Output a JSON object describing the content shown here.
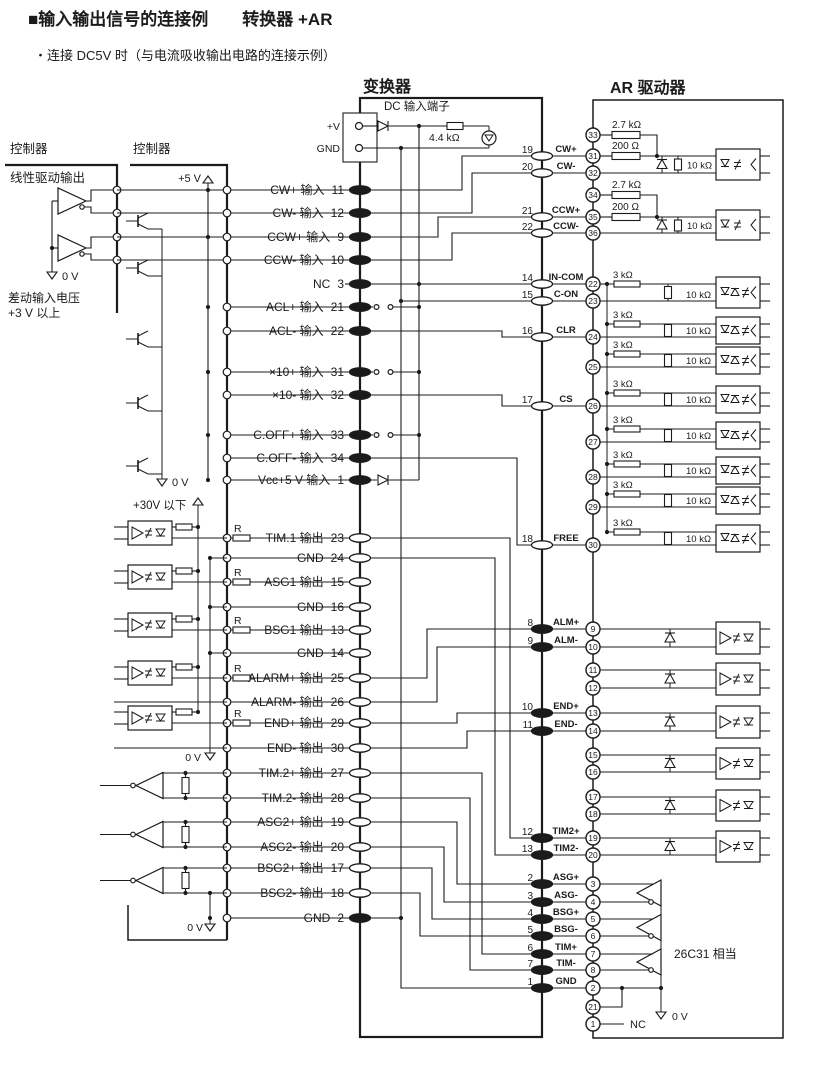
{
  "title": "■输入输出信号的连接例　　转换器 +AR",
  "subtitle": "・连接 DC5V 时（与电流吸收输出电路的连接示例）",
  "colors": {
    "ink": "#1b1b1b",
    "bg": "#ffffff"
  },
  "controller_line": {
    "title": "控制器",
    "subtitle": "线性驱动输出",
    "gnd": "0 V",
    "note1": "差动输入电压",
    "note2": "+3 V 以上"
  },
  "controller_oc": {
    "title": "控制器",
    "vcc": "+5 V",
    "gnd": "0 V"
  },
  "user_output": {
    "supply": "+30V 以下",
    "pullup": "R",
    "gnd_mid": "0 V",
    "gnd_bottom": "0 V"
  },
  "converter": {
    "label": "变换器",
    "dc_terminal": {
      "label": "DC 输入端子",
      "plus": "+V",
      "minus": "GND",
      "resistor": "4.4 kΩ"
    },
    "inputs": [
      {
        "label": "CW+ 输入",
        "pin": "11"
      },
      {
        "label": "CW- 输入",
        "pin": "12"
      },
      {
        "label": "CCW+ 输入",
        "pin": "9"
      },
      {
        "label": "CCW- 输入",
        "pin": "10"
      },
      {
        "label": "NC",
        "pin": "3"
      },
      {
        "label": "ACL+ 输入",
        "pin": "21"
      },
      {
        "label": "ACL- 输入",
        "pin": "22"
      },
      {
        "label": "×10+ 输入",
        "pin": "31"
      },
      {
        "label": "×10- 输入",
        "pin": "32"
      },
      {
        "label": "C.OFF+ 输入",
        "pin": "33"
      },
      {
        "label": "C.OFF- 输入",
        "pin": "34"
      },
      {
        "label": "Vcc+5 V 输入",
        "pin": "1"
      }
    ],
    "outputs": [
      {
        "label": "TIM.1 输出",
        "pin": "23",
        "r": true
      },
      {
        "label": "GND",
        "pin": "24",
        "r": false
      },
      {
        "label": "ASG1 输出",
        "pin": "15",
        "r": true
      },
      {
        "label": "GND",
        "pin": "16",
        "r": false
      },
      {
        "label": "BSG1 输出",
        "pin": "13",
        "r": true
      },
      {
        "label": "GND",
        "pin": "14",
        "r": false
      },
      {
        "label": "ALARM+ 输出",
        "pin": "25",
        "r": true
      },
      {
        "label": "ALARM- 输出",
        "pin": "26",
        "r": false
      },
      {
        "label": "END+ 输出",
        "pin": "29",
        "r": true
      },
      {
        "label": "END- 输出",
        "pin": "30",
        "r": false
      },
      {
        "label": "TIM.2+ 输出",
        "pin": "27",
        "r": false
      },
      {
        "label": "TIM.2- 输出",
        "pin": "28",
        "r": false
      },
      {
        "label": "ASG2+ 输出",
        "pin": "19",
        "r": false
      },
      {
        "label": "ASG2- 输出",
        "pin": "20",
        "r": false
      },
      {
        "label": "BSG2+ 输出",
        "pin": "17",
        "r": false
      },
      {
        "label": "BSG2- 输出",
        "pin": "18",
        "r": false
      },
      {
        "label": "GND",
        "pin": "2",
        "r": false
      }
    ]
  },
  "interface": {
    "rows": [
      {
        "num": "19",
        "signal": "CW+"
      },
      {
        "num": "20",
        "signal": "CW-"
      },
      {
        "num": "21",
        "signal": "CCW+"
      },
      {
        "num": "22",
        "signal": "CCW-"
      },
      {
        "num": "14",
        "signal": "IN-COM"
      },
      {
        "num": "15",
        "signal": "C-ON"
      },
      {
        "num": "16",
        "signal": "CLR"
      },
      {
        "num": "17",
        "signal": "CS"
      },
      {
        "num": "18",
        "signal": "FREE"
      },
      {
        "num": "8",
        "signal": "ALM+"
      },
      {
        "num": "9",
        "signal": "ALM-"
      },
      {
        "num": "10",
        "signal": "END+"
      },
      {
        "num": "11",
        "signal": "END-"
      },
      {
        "num": "12",
        "signal": "TIM2+"
      },
      {
        "num": "13",
        "signal": "TIM2-"
      },
      {
        "num": "2",
        "signal": "ASG+"
      },
      {
        "num": "3",
        "signal": "ASG-"
      },
      {
        "num": "4",
        "signal": "BSG+"
      },
      {
        "num": "5",
        "signal": "BSG-"
      },
      {
        "num": "6",
        "signal": "TIM+"
      },
      {
        "num": "7",
        "signal": "TIM-"
      },
      {
        "num": "1",
        "signal": "GND"
      }
    ]
  },
  "ar_driver": {
    "label": "AR 驱动器",
    "bypass_resistor": "2.7 kΩ",
    "series_resistor": "200 Ω",
    "shunt_resistor": "10 kΩ",
    "input_resistor": "3 kΩ",
    "ic_note": "26C31 相当",
    "nc": "NC",
    "gnd": "0 V",
    "circle_pins": [
      "33",
      "31",
      "32",
      "34",
      "35",
      "36",
      "22",
      "23",
      "24",
      "25",
      "26",
      "27",
      "28",
      "29",
      "30",
      "9",
      "10",
      "11",
      "12",
      "13",
      "14",
      "15",
      "16",
      "17",
      "18",
      "19",
      "20",
      "3",
      "4",
      "5",
      "6",
      "7",
      "8",
      "2",
      "21",
      "1"
    ]
  }
}
